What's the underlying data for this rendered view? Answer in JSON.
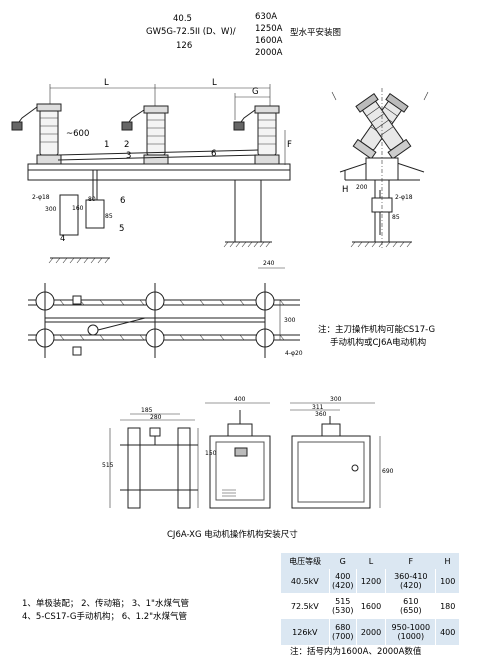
{
  "title": {
    "model_prefix": "GW5G-72.5II (D、W)/",
    "voltage_top": "40.5",
    "voltage_bottom": "126",
    "currents": [
      "630A",
      "1250A",
      "1600A",
      "2000A"
    ],
    "suffix": "型水平安装图"
  },
  "labels": {
    "dim_L1": "L",
    "dim_L2": "L",
    "dim_G": "G",
    "dim_F": "F",
    "dim_H": "H",
    "dim_600": "~600",
    "p1": "1",
    "p2": "2",
    "p3": "3",
    "p4": "4",
    "p5": "5",
    "p6a": "6",
    "p6b": "6",
    "hole_left": "2-φ18",
    "hole_right": "2-φ18",
    "d300": "300",
    "d160": "160",
    "d80": "80",
    "d85": "85",
    "d200": "200",
    "d85r": "85",
    "d240": "240",
    "d300b": "300",
    "h4": "4-φ20",
    "cab_185": "185",
    "cab_280": "280",
    "cab_400": "400",
    "cab_515": "515",
    "cab_311": "311",
    "cab_300": "300",
    "cab_360": "360",
    "cab_150": "150",
    "cab_690": "690"
  },
  "note": {
    "line1": "注：主刀操作机构可能CS17-G",
    "line2": "手动机构或CJ6A电动机构"
  },
  "cabinet_caption": "CJ6A-XG 电动机操作机构安装尺寸",
  "legend": {
    "row1": "1、单极装配；  2、传动箱；  3、1\"水煤气管",
    "row2": "4、5-CS17-G手动机构；    6、1.2\"水煤气管"
  },
  "spec_table": {
    "headers": [
      "电压等级",
      "G",
      "L",
      "F",
      "H"
    ],
    "rows": [
      [
        "40.5kV",
        "400\n(420)",
        "1200",
        "360-410\n(420)",
        "100"
      ],
      [
        "72.5kV",
        "515\n(530)",
        "1600",
        "610\n(650)",
        "180"
      ],
      [
        "126kV",
        "680\n(700)",
        "2000",
        "950-1000\n(1000)",
        "400"
      ]
    ],
    "footnote": "注：括号内为1600A、2000A数值"
  }
}
